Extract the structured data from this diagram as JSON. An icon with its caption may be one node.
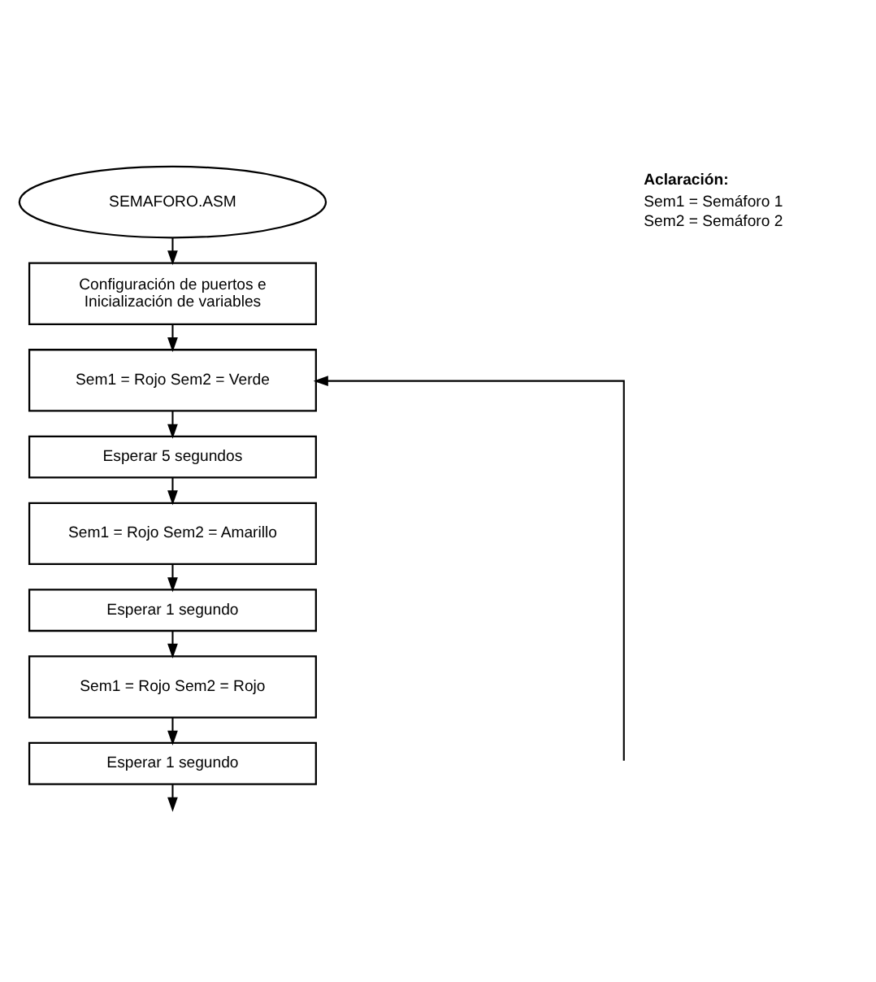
{
  "diagram": {
    "nodes": [
      {
        "text": [
          "SEMAFORO.ASM"
        ]
      },
      {
        "text": [
          "Configuración de puertos e Inicialización de variables"
        ]
      },
      {
        "text": [
          "Sem1 = Rojo Sem2 = Verde"
        ]
      },
      {
        "text": [
          "Esperar 5 segundos"
        ]
      },
      {
        "text": [
          "Sem1 = Rojo Sem2 = Amarillo"
        ]
      },
      {
        "text": [
          "Esperar 1 segundo"
        ]
      },
      {
        "text": [
          "Sem1 = Rojo Sem2 = Rojo"
        ]
      },
      {
        "text": [
          "Esperar 1 segundo"
        ]
      }
    ],
    "edges": [
      {
        "from": 0,
        "to": 1,
        "arrow": "to"
      },
      {
        "from": 1,
        "to": 2,
        "arrow": "to"
      },
      {
        "from": 2,
        "to": 3,
        "arrow": "to"
      },
      {
        "from": 3,
        "to": 4,
        "arrow": "to"
      },
      {
        "from": 4,
        "to": 5,
        "arrow": "to"
      },
      {
        "from": 5,
        "to": 6,
        "arrow": "to"
      },
      {
        "from": 6,
        "to": 7,
        "arrow": "to"
      },
      {
        "from": 7,
        "to": null,
        "arrow": "to"
      },
      {
        "from": null,
        "to": 2,
        "arrow": "to"
      }
    ],
    "labels": [
      "Aclaración:",
      "Sem1 = Semáforo 1",
      "Sem2 = Semáforo 2"
    ]
  }
}
